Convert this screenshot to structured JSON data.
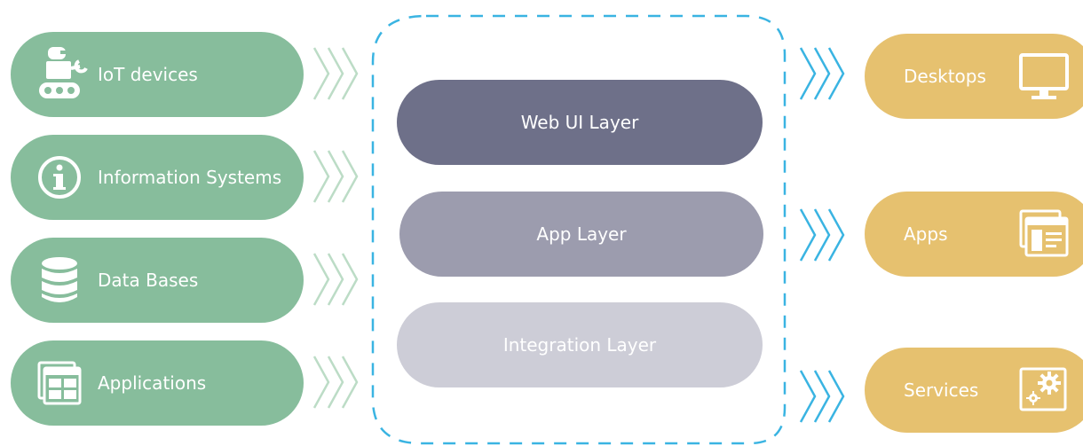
{
  "sources": [
    {
      "label": "IoT devices",
      "icon": "robot-icon"
    },
    {
      "label": "Information Systems",
      "icon": "info-icon"
    },
    {
      "label": "Data Bases",
      "icon": "database-icon"
    },
    {
      "label": "Applications",
      "icon": "windows-icon"
    }
  ],
  "layers": [
    {
      "label": "Web UI Layer",
      "color": "#6e7089"
    },
    {
      "label": "App Layer",
      "color": "#9c9cae"
    },
    {
      "label": "Integration Layer",
      "color": "#cdcdd7"
    }
  ],
  "targets": [
    {
      "label": "Desktops",
      "icon": "monitor-icon"
    },
    {
      "label": "Apps",
      "icon": "app-window-icon"
    },
    {
      "label": "Services",
      "icon": "gear-icon"
    }
  ],
  "colors": {
    "source": "#87bd9c",
    "target": "#e6c16f",
    "chevron_left": "#bcdcc6",
    "chevron_right": "#3ab4e2",
    "frame": "#3ab4e2"
  }
}
